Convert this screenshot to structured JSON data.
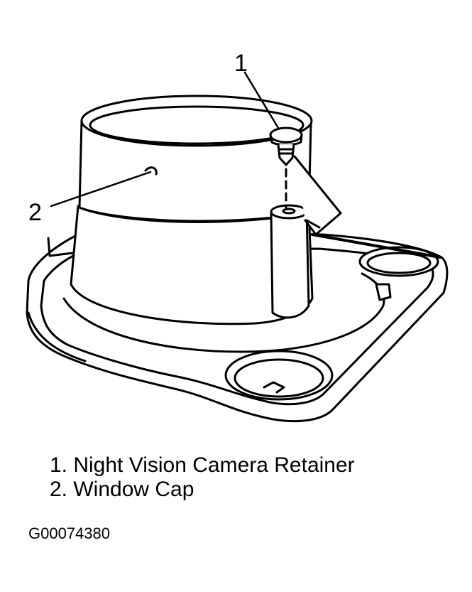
{
  "callouts": {
    "one": "1",
    "two": "2"
  },
  "legend": {
    "items": [
      "1. Night Vision Camera Retainer",
      "2. Window Cap"
    ]
  },
  "figure_id": "G00074380"
}
